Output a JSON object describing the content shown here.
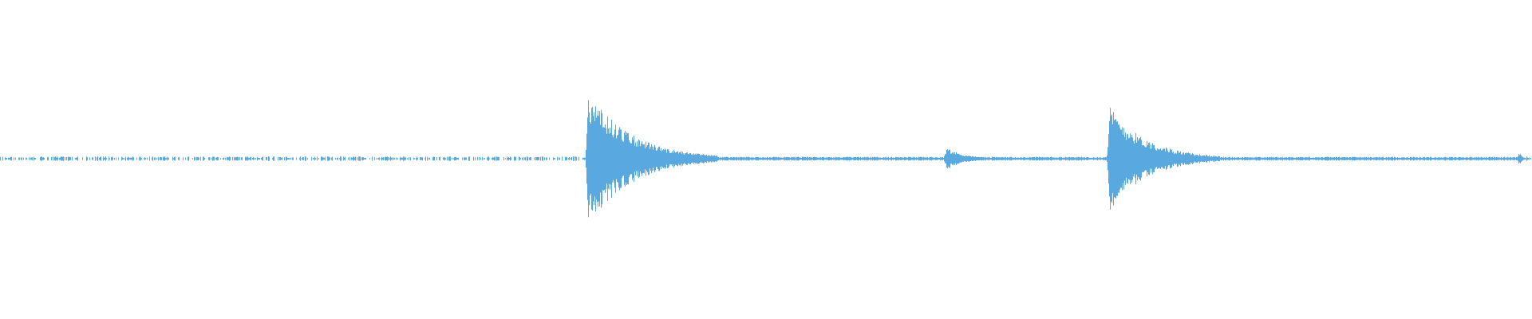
{
  "waveform": {
    "color": "#5aa8e0",
    "background": "#ffffff",
    "bursts": [
      {
        "position": 0.3839,
        "amplitude": 0.42,
        "decay": 0.028
      },
      {
        "position": 0.6176,
        "amplitude": 0.07,
        "decay": 0.012
      },
      {
        "position": 0.7242,
        "amplitude": 0.33,
        "decay": 0.024
      },
      {
        "position": 0.9916,
        "amplitude": 0.04,
        "decay": 0.002
      }
    ],
    "noise_floor": 0.012,
    "baseline_continuous_range": [
      0.38,
      0.99
    ]
  }
}
